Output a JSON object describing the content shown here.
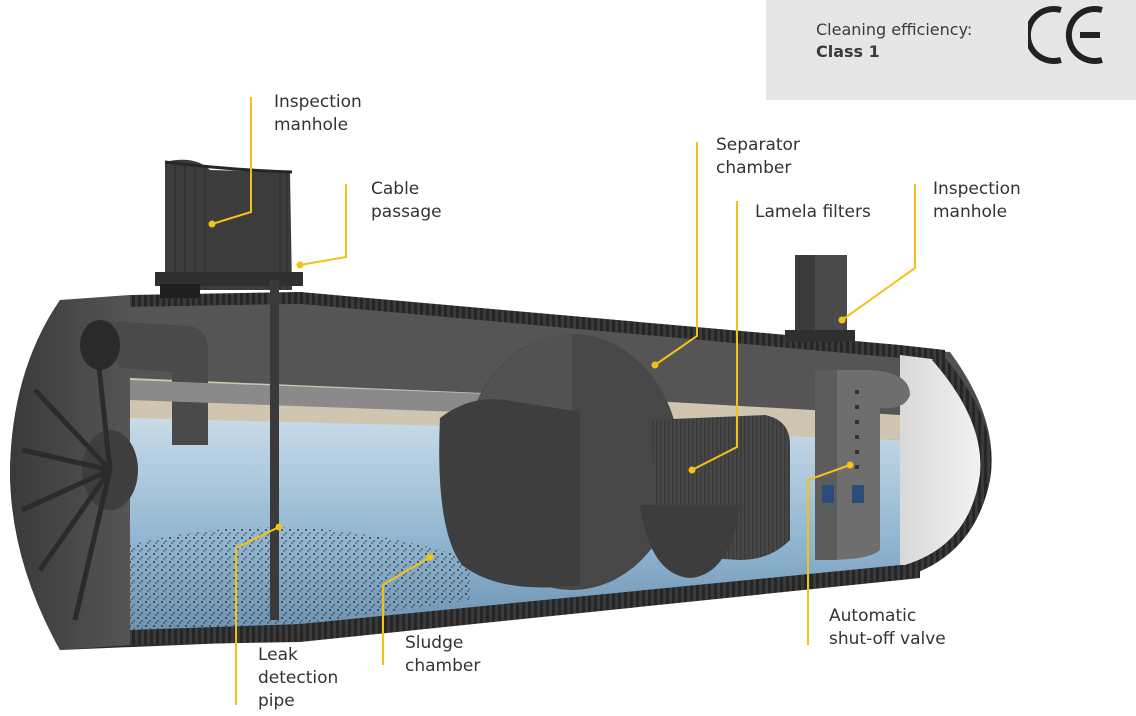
{
  "badge": {
    "efficiency_label": "Cleaning efficiency:",
    "efficiency_class": "Class 1",
    "mark": "CE"
  },
  "labels": {
    "inspection_manhole_left": [
      "Inspection",
      "manhole"
    ],
    "cable_passage": [
      "Cable",
      "passage"
    ],
    "separator_chamber": [
      "Separator",
      "chamber"
    ],
    "lamela_filters": [
      "Lamela filters"
    ],
    "inspection_manhole_right": [
      "Inspection",
      "manhole"
    ],
    "automatic_shutoff_valve": [
      "Automatic",
      "shut-off valve"
    ],
    "sludge_chamber": [
      "Sludge",
      "chamber"
    ],
    "leak_detection_pipe": [
      "Leak",
      "detection",
      "pipe"
    ]
  },
  "colors": {
    "leader_line": "#f2c21b",
    "tank_dark": "#2f2f2f",
    "tank_wall": "#4a4a4a",
    "water": "#9fc0d8",
    "oil_layer": "#cfc5b0"
  }
}
